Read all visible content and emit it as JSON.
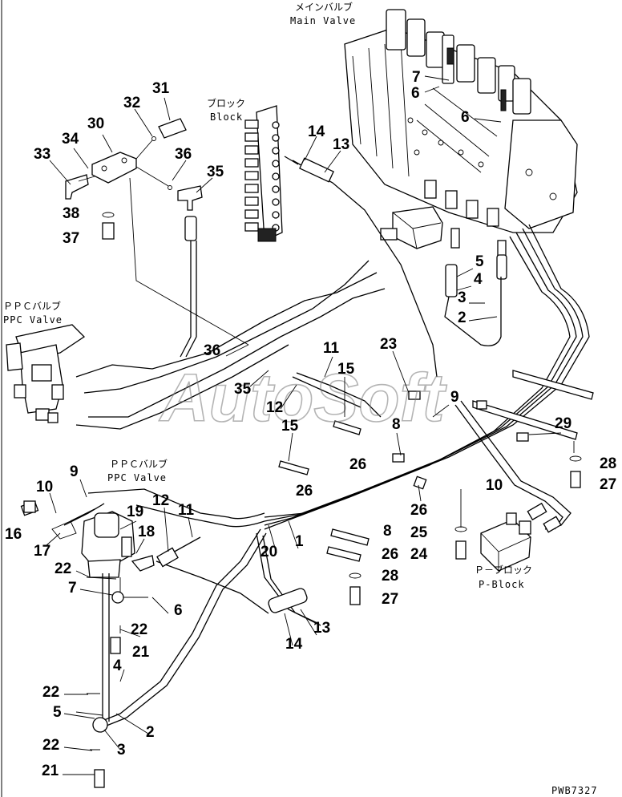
{
  "labels": {
    "main_valve_jp": "メインバルブ",
    "main_valve_en": "Main Valve",
    "block_jp": "ブロック",
    "block_en": "Block",
    "ppc_left_jp": "ＰＰＣバルブ",
    "ppc_left_en": "PPC Valve",
    "ppc_lower_jp": "ＰＰＣバルブ",
    "ppc_lower_en": "PPC Valve",
    "pblock_jp": "Ｐ－ブロック",
    "pblock_en": "P-Block",
    "drawing_code": "PWB7327",
    "watermark": "AutoSoft"
  },
  "callouts": {
    "c7a": "7",
    "c6a": "6",
    "c6b": "6",
    "c31": "31",
    "c32": "32",
    "c30": "30",
    "c34": "34",
    "c33": "33",
    "c36a": "36",
    "c35a": "35",
    "c38": "38",
    "c37": "37",
    "c14a": "14",
    "c13a": "13",
    "c5a": "5",
    "c4a": "4",
    "c3a": "3",
    "c2a": "2",
    "c36b": "36",
    "c35b": "35",
    "c11a": "11",
    "c15a": "15",
    "c23": "23",
    "c12a": "12",
    "c9a": "9",
    "c15b": "15",
    "c8a": "8",
    "c26a": "26",
    "c26b": "26",
    "c29": "29",
    "c28a": "28",
    "c27a": "27",
    "c9b": "9",
    "c10a": "10",
    "c16": "16",
    "c17": "17",
    "c19": "19",
    "c18": "18",
    "c12b": "12",
    "c11b": "11",
    "c20": "20",
    "c1": "1",
    "c26c": "26",
    "c10b": "10",
    "c8b": "8",
    "c25": "25",
    "c24": "24",
    "c26d": "26",
    "c28b": "28",
    "c27b": "27",
    "c22a": "22",
    "c7b": "7",
    "c6c": "6",
    "c22b": "22",
    "c21a": "21",
    "c4b": "4",
    "c14b": "14",
    "c13b": "13",
    "c22c": "22",
    "c5b": "5",
    "c2b": "2",
    "c22d": "22",
    "c3b": "3",
    "c21b": "21"
  }
}
